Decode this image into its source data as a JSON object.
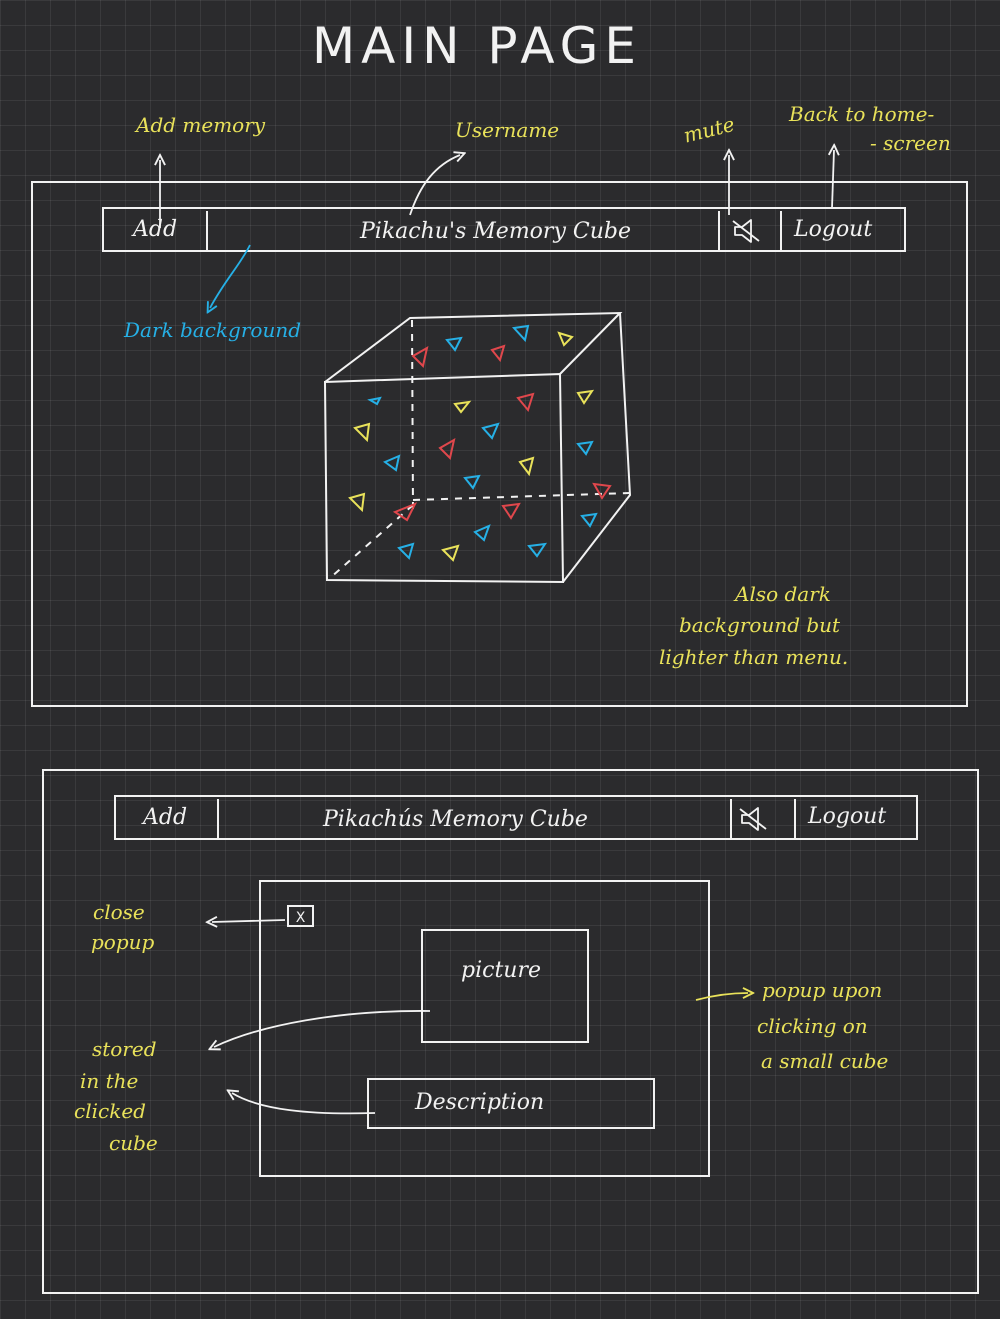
{
  "title": "MAIN PAGE",
  "main_view": {
    "annotations": {
      "add_memory": "Add memory",
      "username": "Username",
      "mute": "mute",
      "back_home_line1": "Back to home-",
      "back_home_line2": "- screen",
      "dark_background": "Dark background",
      "lighter_line1": "Also dark",
      "lighter_line2": "background but",
      "lighter_line3": "lighter than menu."
    },
    "menu": {
      "add_label": "Add",
      "app_title": "Pikachu's Memory Cube",
      "mute_icon": "speaker-muted-icon",
      "logout_label": "Logout"
    },
    "cube": {
      "marker_colors": [
        "#e9e25a",
        "#26b0e6",
        "#e0474c"
      ]
    }
  },
  "popup_view": {
    "menu": {
      "add_label": "Add",
      "app_title": "Pikachús Memory Cube",
      "mute_icon": "speaker-muted-icon",
      "logout_label": "Logout"
    },
    "popup": {
      "close_label": "X",
      "picture_label": "picture",
      "description_label": "Description"
    },
    "annotations": {
      "close_line1": "close",
      "close_line2": "popup",
      "popup_line1": "popup upon",
      "popup_line2": "clicking on",
      "popup_line3": "a small cube",
      "stored_line1": "stored",
      "stored_line2": "in the",
      "stored_line3": "clicked",
      "stored_line4": "cube"
    }
  }
}
